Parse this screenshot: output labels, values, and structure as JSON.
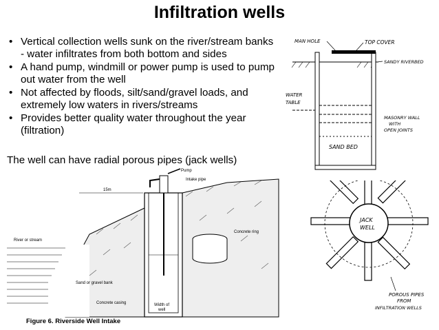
{
  "slide": {
    "title": "Infiltration wells",
    "bullets": [
      "Vertical collection wells sunk on the river/stream banks - water infiltrates from both bottom and sides",
      "A hand pump, windmill or power pump is used to pump out water from the well",
      "Not affected by floods, silt/sand/gravel loads, and extremely low waters in rivers/streams",
      "Provides better quality water throughout the year (filtration)"
    ],
    "note": "The well can have radial porous pipes (jack wells)"
  },
  "figure_well_intake": {
    "caption": "Figure 6.  Riverside Well Intake",
    "labels": {
      "pump": "Pump",
      "intake_pipe": "Intake pipe",
      "distance": "15m",
      "river": "River or stream",
      "concrete_ring": "Concrete ring",
      "bank": "Sand or gravel bank",
      "casing": "Concrete casing",
      "width1": "Width of",
      "width2": "well"
    }
  },
  "figure_section": {
    "labels": {
      "manhole": "MAN HOLE",
      "top_cover": "TOP COVER",
      "riverbed": "SANDY RIVERBED",
      "water_table1": "WATER",
      "water_table2": "TABLE",
      "masonry1": "MASONRY WALL",
      "masonry2": "WITH",
      "masonry3": "OPEN JOINTS",
      "sand_bed": "SAND BED"
    }
  },
  "figure_jack": {
    "labels": {
      "jack1": "JACK",
      "jack2": "WELL",
      "porous1": "POROUS PIPES",
      "porous2": "FROM",
      "porous3": "INFILTRATION WELLS"
    }
  }
}
